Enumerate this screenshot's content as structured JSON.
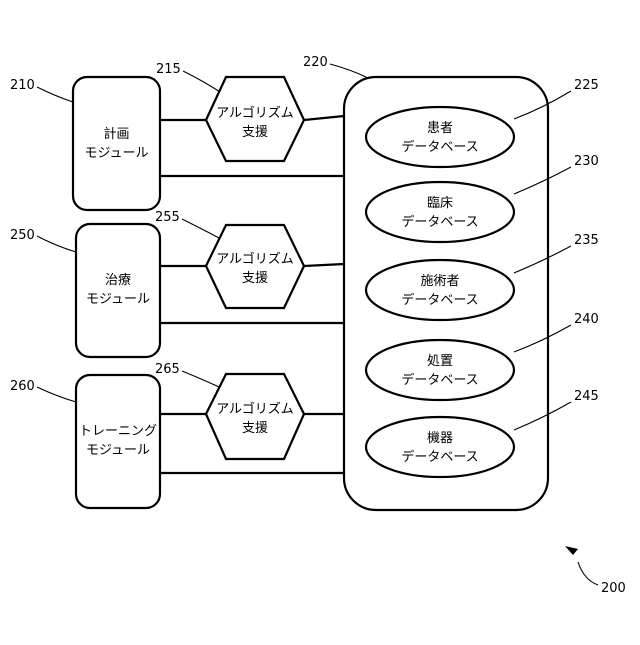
{
  "figure_ref": "200",
  "modules": [
    {
      "ref": "210",
      "line1": "計画",
      "line2": "モジュール"
    },
    {
      "ref": "250",
      "line1": "治療",
      "line2": "モジュール"
    },
    {
      "ref": "260",
      "line1": "トレーニング",
      "line2": "モジュール"
    }
  ],
  "algorithm_support": [
    {
      "ref": "215",
      "line1": "アルゴリズム",
      "line2": "支援"
    },
    {
      "ref": "255",
      "line1": "アルゴリズム",
      "line2": "支援"
    },
    {
      "ref": "265",
      "line1": "アルゴリズム",
      "line2": "支援"
    }
  ],
  "database_container": {
    "ref": "220"
  },
  "databases": [
    {
      "ref": "225",
      "line1": "患者",
      "line2": "データベース"
    },
    {
      "ref": "230",
      "line1": "臨床",
      "line2": "データベース"
    },
    {
      "ref": "235",
      "line1": "施術者",
      "line2": "データベース"
    },
    {
      "ref": "240",
      "line1": "処置",
      "line2": "データベース"
    },
    {
      "ref": "245",
      "line1": "機器",
      "line2": "データベース"
    }
  ]
}
